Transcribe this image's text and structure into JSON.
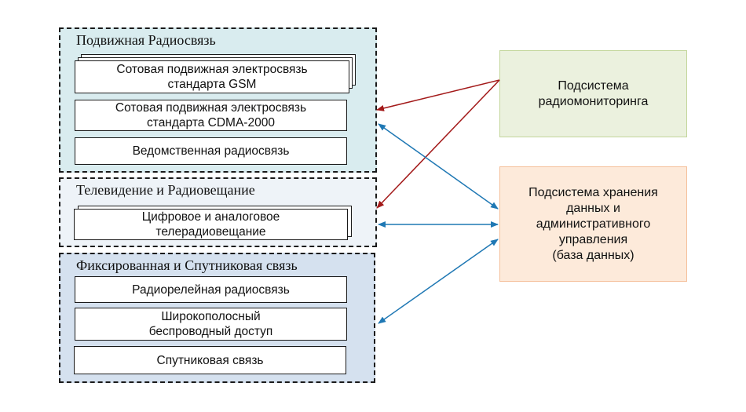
{
  "groups": {
    "mobile": {
      "title": "Подвижная Радиосвязь",
      "items": [
        "Сотовая подвижная электросвязь\nстандарта GSM",
        "Сотовая подвижная электросвязь\nстандарта CDMA-2000",
        "Ведомственная радиосвязь"
      ]
    },
    "broadcast": {
      "title": "Телевидение и Радиовещание",
      "items": [
        "Цифровое и аналоговое\nтелерадиовещание"
      ]
    },
    "fixed": {
      "title": "Фиксированная и Спутниковая связь",
      "items": [
        "Радиорелейная радиосвязь",
        "Широкополосный\nбеспроводный доступ",
        "Спутниковая связь"
      ]
    }
  },
  "subsystems": {
    "monitoring": "Подсистема\nрадиомониторинга",
    "storage": "Подсистема хранения\nданных и\nадминистративного\nуправления\n(база данных)"
  },
  "colors": {
    "mobile_bg": "#d9ecef",
    "broadcast_bg": "#eef3f8",
    "fixed_bg": "#d5e1ef",
    "monitoring_bg": "#ebf1de",
    "monitoring_border": "#c3d69b",
    "storage_bg": "#fdeada",
    "storage_border": "#f5c09b",
    "arrow_red": "#a31a1a",
    "arrow_blue": "#1f78b4"
  }
}
